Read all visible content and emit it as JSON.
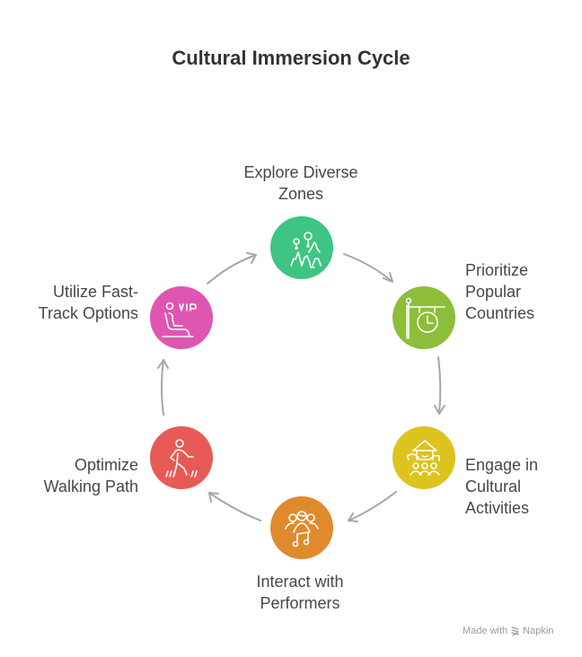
{
  "title": "Cultural Immersion Cycle",
  "steps": [
    {
      "id": "explore",
      "label_lines": [
        "Explore Diverse",
        "Zones"
      ],
      "icon": "mountains-with-map-pins-icon",
      "color": "#3EC483"
    },
    {
      "id": "prioritize",
      "label_lines": [
        "Prioritize",
        "Popular",
        "Countries"
      ],
      "icon": "hanging-clock-sign-icon",
      "color": "#8DBE3A"
    },
    {
      "id": "engage",
      "label_lines": [
        "Engage in",
        "Cultural",
        "Activities"
      ],
      "icon": "pavilion-with-people-icon",
      "color": "#DDC31E"
    },
    {
      "id": "interact",
      "label_lines": [
        "Interact with",
        "Performers"
      ],
      "icon": "group-with-music-note-icon",
      "color": "#E08A2E"
    },
    {
      "id": "optimize",
      "label_lines": [
        "Optimize",
        "Walking Path"
      ],
      "icon": "pedestrian-walking-icon",
      "color": "#E85A55"
    },
    {
      "id": "utilize",
      "label_lines": [
        "Utilize Fast-",
        "Track Options"
      ],
      "icon": "vip-seat-icon",
      "color": "#DE56B2"
    }
  ],
  "arrow_color": "#A6A6A6",
  "footer": {
    "made_with": "Made with",
    "brand": "Napkin"
  }
}
